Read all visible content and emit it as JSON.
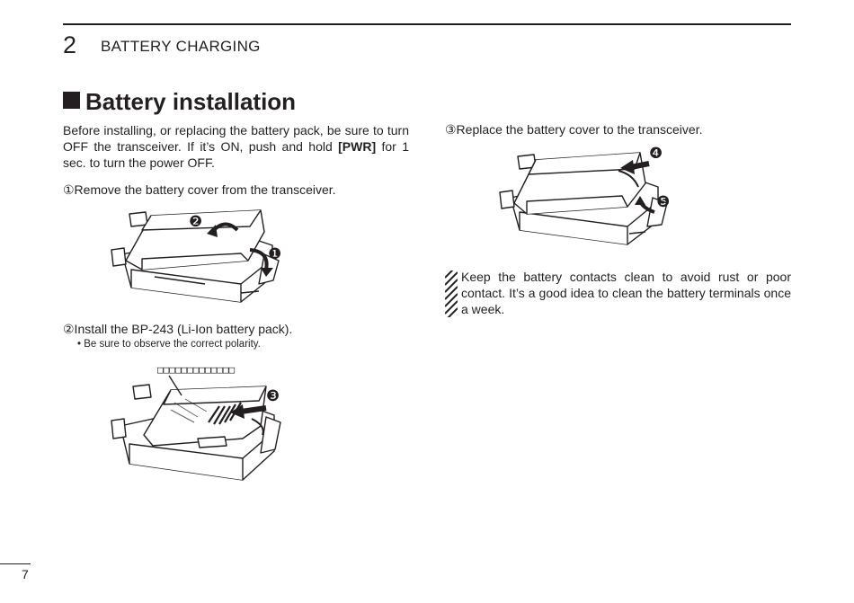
{
  "header": {
    "chapter_number": "2",
    "chapter_title": "BATTERY CHARGING"
  },
  "section": {
    "title": "Battery installation"
  },
  "intro": {
    "part1": "Before installing, or replacing the battery pack, be sure to turn OFF the transceiver. If it’s ON, push and hold ",
    "key": "[PWR]",
    "part2": " for 1 sec. to turn the power OFF."
  },
  "steps": [
    {
      "text": "①Remove the battery cover from the transceiver."
    },
    {
      "text": "②Install the BP-243 (Li-Ion battery pack).",
      "sub": "• Be sure to observe the correct polarity."
    },
    {
      "text": "③Replace the battery cover to the transceiver."
    }
  ],
  "figure_callouts": [
    "❶",
    "❷",
    "❸",
    "❹",
    "❺"
  ],
  "figure_label_boxes": "□□□□□□□□□□□□□",
  "note": {
    "text": "Keep the battery contacts clean to avoid rust or poor contact. It’s a good idea to clean the battery terminals once a week.",
    "icon": "hatched-note-icon"
  },
  "footer": {
    "page_number": "7"
  }
}
